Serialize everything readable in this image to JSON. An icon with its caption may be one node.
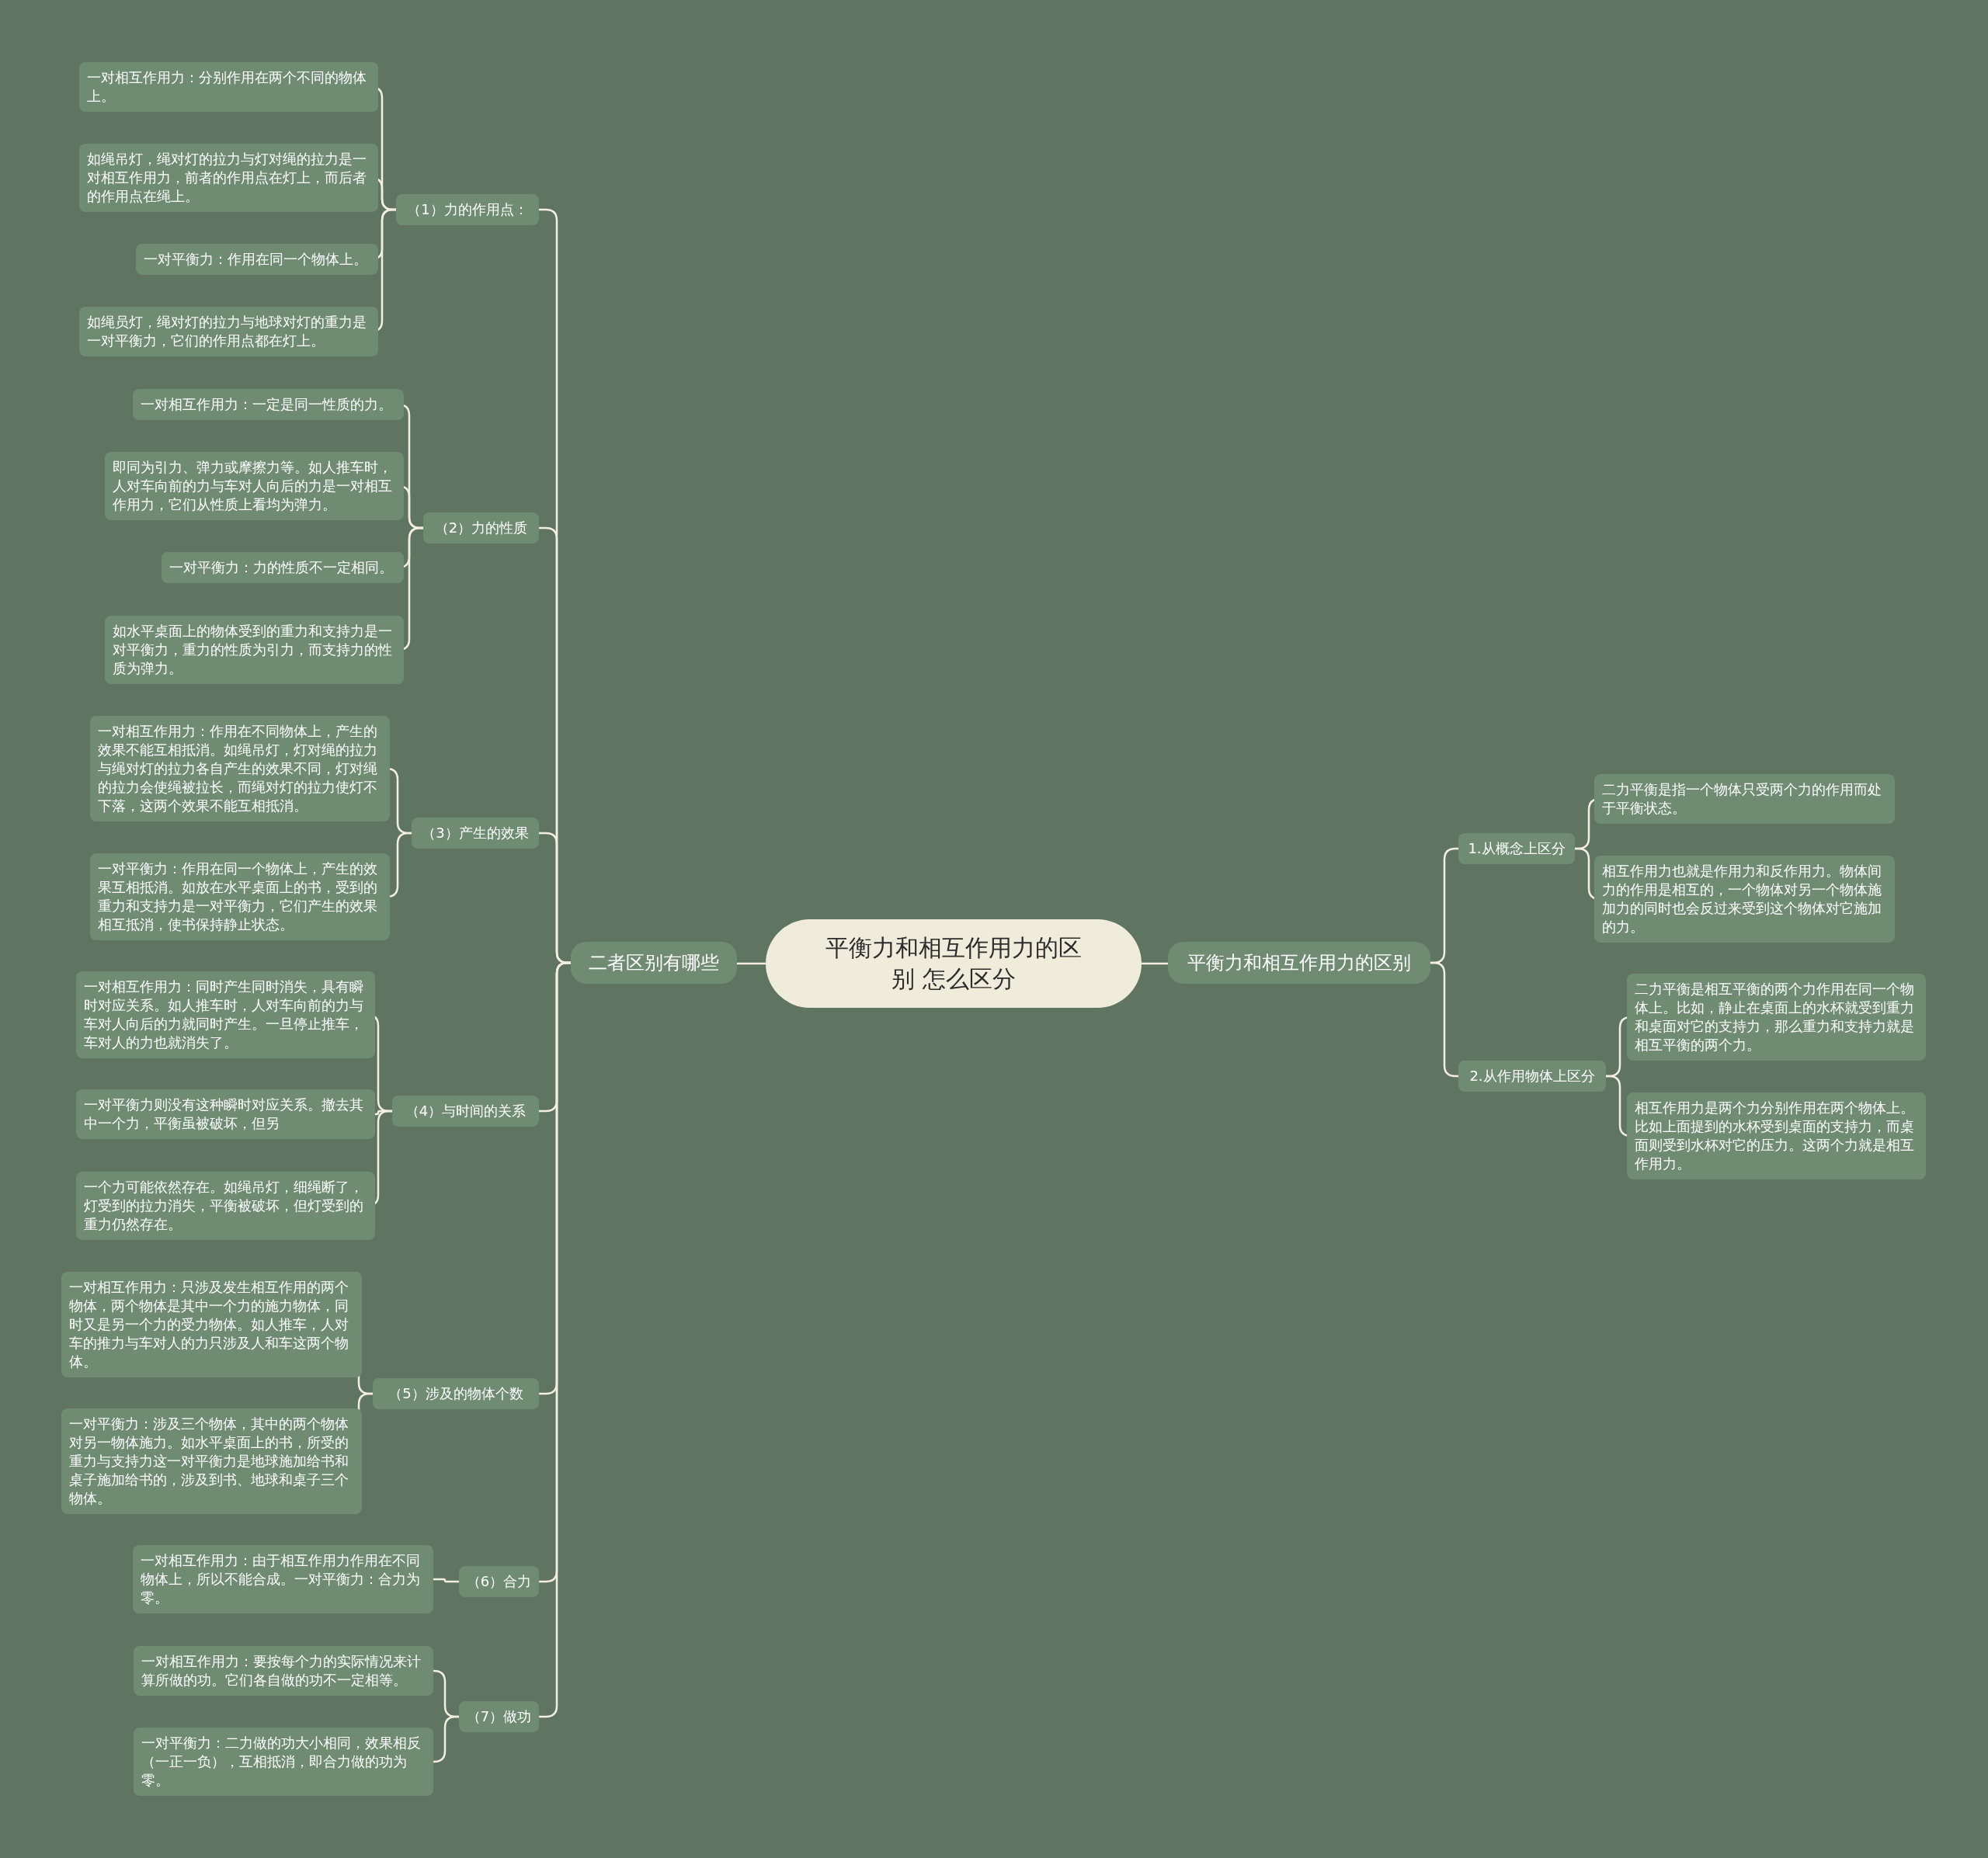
{
  "diagram": {
    "nodes": [
      {
        "text": [
          "平衡力和相互作用力的区别 怎么区分"
        ]
      },
      {
        "text": [
          "二者区别有哪些"
        ]
      },
      {
        "text": [
          "（1）力的作用点："
        ]
      },
      {
        "text": [
          "一对相互作用力：分别作用在两个不同的物体上。"
        ]
      },
      {
        "text": [
          "如绳吊灯，绳对灯的拉力与灯对绳的拉力是一对相互作用力，前者的作用点在灯上，而后者的作用点在绳上。"
        ]
      },
      {
        "text": [
          "一对平衡力：作用在同一个物体上。"
        ]
      },
      {
        "text": [
          "如绳员灯，绳对灯的拉力与地球对灯的重力是一对平衡力，它们的作用点都在灯上。"
        ]
      },
      {
        "text": [
          "（2）力的性质"
        ]
      },
      {
        "text": [
          "一对相互作用力：一定是同一性质的力。"
        ]
      },
      {
        "text": [
          "即同为引力、弹力或摩擦力等。如人推车时，人对车向前的力与车对人向后的力是一对相互作用力，它们从性质上看均为弹力。"
        ]
      },
      {
        "text": [
          "一对平衡力：力的性质不一定相同。"
        ]
      },
      {
        "text": [
          "如水平桌面上的物体受到的重力和支持力是一对平衡力，重力的性质为引力，而支持力的性质为弹力。"
        ]
      },
      {
        "text": [
          "（3）产生的效果"
        ]
      },
      {
        "text": [
          "一对相互作用力：作用在不同物体上，产生的效果不能互相抵消。如绳吊灯，灯对绳的拉力与绳对灯的拉力各自产生的效果不同，灯对绳的拉力会使绳被拉长，而绳对灯的拉力使灯不下落，这两个效果不能互相抵消。"
        ]
      },
      {
        "text": [
          "一对平衡力：作用在同一个物体上，产生的效果互相抵消。如放在水平桌面上的书，受到的重力和支持力是一对平衡力，它们产生的效果相互抵消，使书保持静止状态。"
        ]
      },
      {
        "text": [
          "（4）与时间的关系"
        ]
      },
      {
        "text": [
          "一对相互作用力：同时产生同时消失，具有瞬时对应关系。如人推车时，人对车向前的力与车对人向后的力就同时产生。一旦停止推车，车对人的力也就消失了。"
        ]
      },
      {
        "text": [
          "一对平衡力则没有这种瞬时对应关系。撤去其中一个力，平衡虽被破坏，但另"
        ]
      },
      {
        "text": [
          "一个力可能依然存在。如绳吊灯，细绳断了，灯受到的拉力消失，平衡被破坏，但灯受到的重力仍然存在。"
        ]
      },
      {
        "text": [
          "（5）涉及的物体个数"
        ]
      },
      {
        "text": [
          "一对相互作用力：只涉及发生相互作用的两个物体，两个物体是其中一个力的施力物体，同时又是另一个力的受力物体。如人推车，人对车的推力与车对人的力只涉及人和车这两个物体。"
        ]
      },
      {
        "text": [
          "一对平衡力：涉及三个物体，其中的两个物体对另一物体施力。如水平桌面上的书，所受的重力与支持力这一对平衡力是地球施加给书和桌子施加给书的，涉及到书、地球和桌子三个物体。"
        ]
      },
      {
        "text": [
          "（6）合力"
        ]
      },
      {
        "text": [
          "一对相互作用力：由于相互作用力作用在不同物体上，所以不能合成。一对平衡力：合力为零。"
        ]
      },
      {
        "text": [
          "（7）做功"
        ]
      },
      {
        "text": [
          "一对相互作用力：要按每个力的实际情况来计算所做的功。它们各自做的功不一定相等。"
        ]
      },
      {
        "text": [
          "一对平衡力：二力做的功大小相同，效果相反（一正一负），互相抵消，即合力做的功为零。"
        ]
      },
      {
        "text": [
          "平衡力和相互作用力的区别"
        ]
      },
      {
        "text": [
          "1.从概念上区分"
        ]
      },
      {
        "text": [
          "二力平衡是指一个物体只受两个力的作用而处于平衡状态。"
        ]
      },
      {
        "text": [
          "相互作用力也就是作用力和反作用力。物体间力的作用是相互的，一个物体对另一个物体施加力的同时也会反过来受到这个物体对它施加的力。"
        ]
      },
      {
        "text": [
          "2.从作用物体上区分"
        ]
      },
      {
        "text": [
          "二力平衡是相互平衡的两个力作用在同一个物体上。比如，静止在桌面上的水杯就受到重力和桌面对它的支持力，那么重力和支持力就是相互平衡的两个力。"
        ]
      },
      {
        "text": [
          "相互作用力是两个力分别作用在两个物体上。比如上面提到的水杯受到桌面的支持力，而桌面则受到水杯对它的压力。这两个力就是相互作用力。"
        ]
      }
    ],
    "edges": [
      {
        "from": 0,
        "to": 1,
        "arrow": "none"
      },
      {
        "from": 0,
        "to": 27,
        "arrow": "none"
      },
      {
        "from": 1,
        "to": 2,
        "arrow": "none"
      },
      {
        "from": 1,
        "to": 7,
        "arrow": "none"
      },
      {
        "from": 1,
        "to": 12,
        "arrow": "none"
      },
      {
        "from": 1,
        "to": 15,
        "arrow": "none"
      },
      {
        "from": 1,
        "to": 19,
        "arrow": "none"
      },
      {
        "from": 1,
        "to": 22,
        "arrow": "none"
      },
      {
        "from": 1,
        "to": 24,
        "arrow": "none"
      },
      {
        "from": 2,
        "to": 3,
        "arrow": "none"
      },
      {
        "from": 2,
        "to": 4,
        "arrow": "none"
      },
      {
        "from": 2,
        "to": 5,
        "arrow": "none"
      },
      {
        "from": 2,
        "to": 6,
        "arrow": "none"
      },
      {
        "from": 7,
        "to": 8,
        "arrow": "none"
      },
      {
        "from": 7,
        "to": 9,
        "arrow": "none"
      },
      {
        "from": 7,
        "to": 10,
        "arrow": "none"
      },
      {
        "from": 7,
        "to": 11,
        "arrow": "none"
      },
      {
        "from": 12,
        "to": 13,
        "arrow": "none"
      },
      {
        "from": 12,
        "to": 14,
        "arrow": "none"
      },
      {
        "from": 15,
        "to": 16,
        "arrow": "none"
      },
      {
        "from": 15,
        "to": 17,
        "arrow": "none"
      },
      {
        "from": 15,
        "to": 18,
        "arrow": "none"
      },
      {
        "from": 19,
        "to": 20,
        "arrow": "none"
      },
      {
        "from": 19,
        "to": 21,
        "arrow": "none"
      },
      {
        "from": 22,
        "to": 23,
        "arrow": "none"
      },
      {
        "from": 24,
        "to": 25,
        "arrow": "none"
      },
      {
        "from": 24,
        "to": 26,
        "arrow": "none"
      },
      {
        "from": 27,
        "to": 28,
        "arrow": "none"
      },
      {
        "from": 27,
        "to": 31,
        "arrow": "none"
      },
      {
        "from": 28,
        "to": 29,
        "arrow": "none"
      },
      {
        "from": 28,
        "to": 30,
        "arrow": "none"
      },
      {
        "from": 31,
        "to": 32,
        "arrow": "none"
      },
      {
        "from": 31,
        "to": 33,
        "arrow": "none"
      }
    ]
  }
}
